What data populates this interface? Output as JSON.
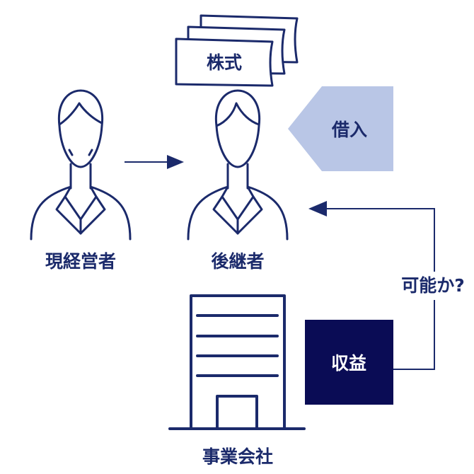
{
  "labels": {
    "stock": "株式",
    "current_manager": "現経営者",
    "successor": "後継者",
    "loan": "借入",
    "possible": "可能か?",
    "profit": "収益",
    "company": "事業会社"
  },
  "colors": {
    "navy": "#1b2a6b",
    "dark_navy": "#0a0c55",
    "light_blue": "#b9c6e6",
    "white": "#ffffff"
  },
  "icons": {
    "stock": "stock-certificates-icon",
    "current_manager": "elderly-person-icon",
    "successor": "young-person-icon",
    "company": "office-building-icon"
  }
}
